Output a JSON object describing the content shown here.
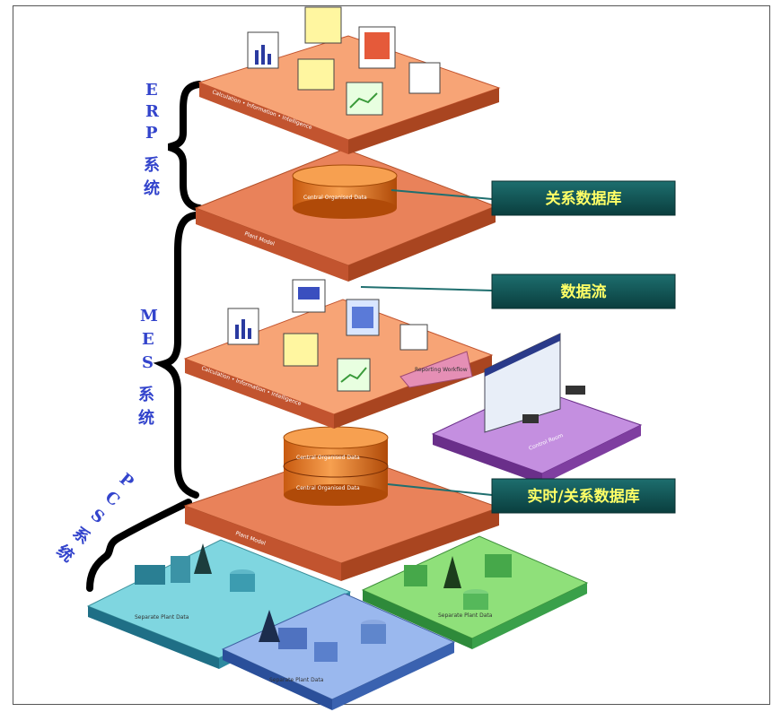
{
  "callouts": {
    "relational_db": "关系数据库",
    "data_flow": "数据流",
    "realtime_db": "实时/关系数据库"
  },
  "system_labels": {
    "erp": [
      "E",
      "R",
      "P",
      "系",
      "统"
    ],
    "mes": [
      "M",
      "E",
      "S",
      "系",
      "统"
    ],
    "pcs": [
      "P",
      "C",
      "S",
      "系",
      "统"
    ]
  },
  "layer_text": {
    "calc_info_intel": "Calculation • Information • Intelligence",
    "central_data": "Central Organised Data",
    "plant_model": "Plant Model",
    "control_room": "Control Room",
    "separate_plant_data": "Separate Plant Data",
    "reporting": "Reporting Workflow"
  },
  "colors": {
    "slab_light": "#f7a476",
    "slab_mid": "#e9825a",
    "slab_side": "#c2542f",
    "callout_bg": "#0f4d4d",
    "callout_text": "#ffff66",
    "label_blue": "#3344cc",
    "plant_teal": "#7fd6e0",
    "plant_green": "#8fe07a",
    "plant_blue": "#7fa8e8",
    "room_purple": "#b27ad6"
  }
}
